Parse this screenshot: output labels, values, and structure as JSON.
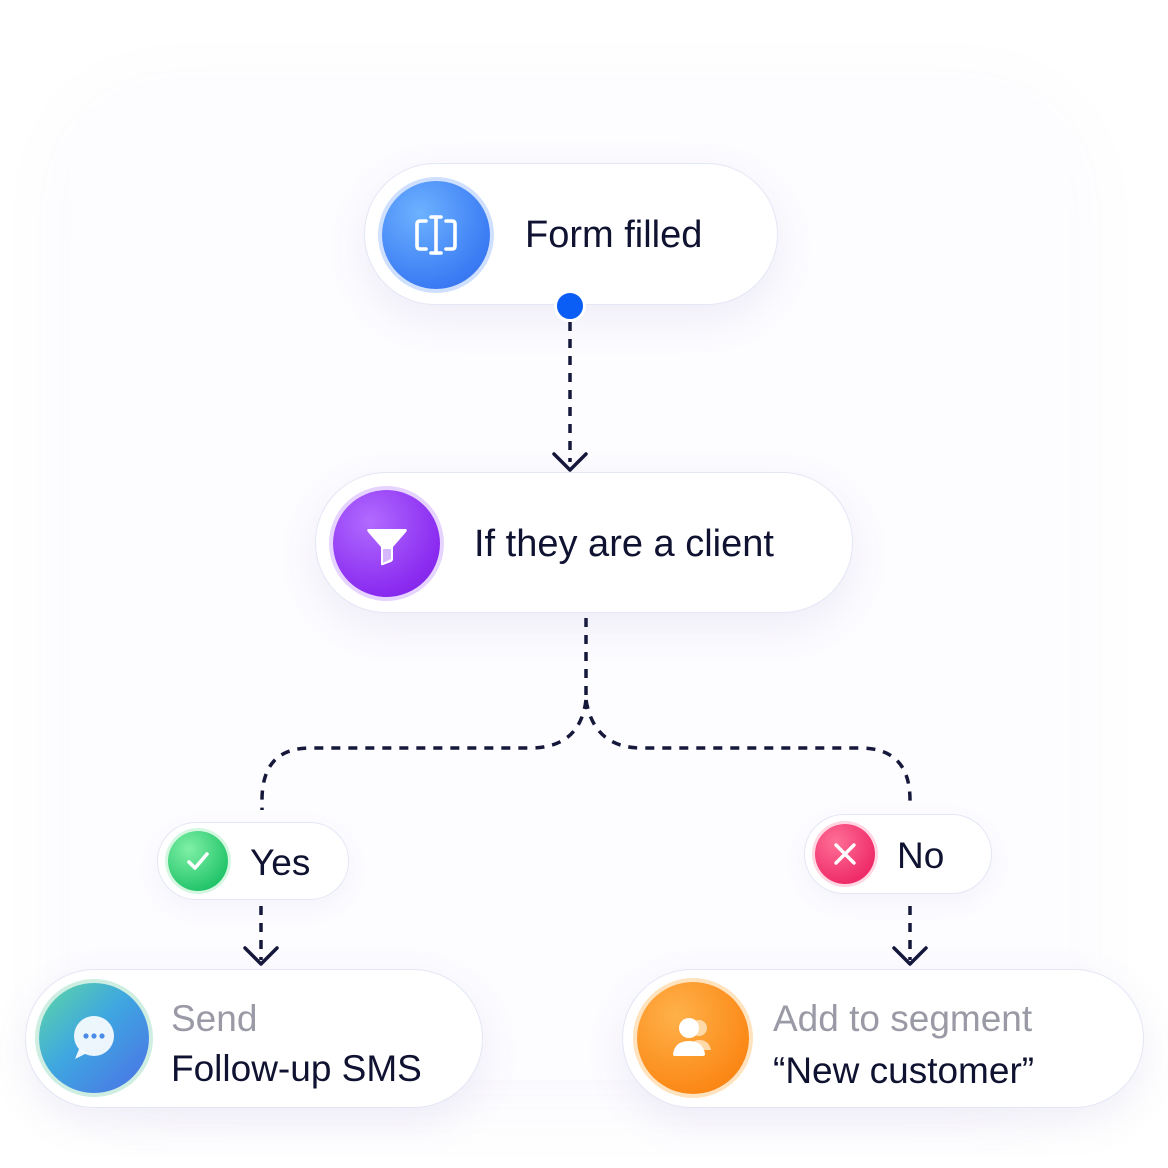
{
  "nodes": {
    "form": {
      "label": "Form filled",
      "icon": "form-icon",
      "color": "#3c7cf4"
    },
    "condition": {
      "label": "If they are a client",
      "icon": "funnel-icon",
      "color": "#8a2bf0"
    },
    "yes": {
      "label": "Yes",
      "icon": "checkmark-icon",
      "color": "#22c46a"
    },
    "no": {
      "label": "No",
      "icon": "close-icon",
      "color": "#ee2a68"
    },
    "sms": {
      "action": "Send",
      "target": "Follow-up SMS",
      "icon": "chat-bubble-icon",
      "color": "#3fa7e0"
    },
    "segment": {
      "action": "Add to segment",
      "target": "“New customer”",
      "icon": "users-icon",
      "color": "#fb8a18"
    }
  },
  "edges": [
    {
      "from": "form",
      "to": "condition",
      "style": "dashed"
    },
    {
      "from": "condition",
      "to": "yes",
      "style": "dashed"
    },
    {
      "from": "condition",
      "to": "no",
      "style": "dashed"
    },
    {
      "from": "yes",
      "to": "sms",
      "style": "dashed"
    },
    {
      "from": "no",
      "to": "segment",
      "style": "dashed"
    }
  ],
  "colors": {
    "connector": "#15183a",
    "output_dot": "#0a5ef5"
  }
}
